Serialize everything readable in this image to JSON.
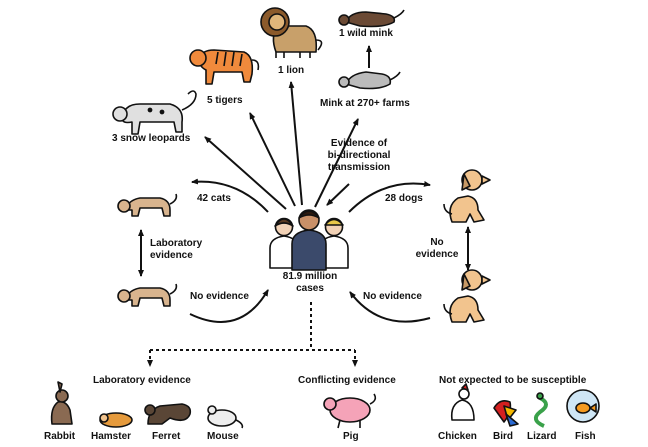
{
  "center": {
    "cases_line1": "81.9 million",
    "cases_line2": "cases"
  },
  "animals": {
    "lion": "1 lion",
    "tigers": "5 tigers",
    "snow_leopards": "3 snow leopards",
    "wild_mink": "1 wild mink",
    "farm_mink": "Mink at 270+ farms",
    "cats": "42 cats",
    "dogs": "28 dogs"
  },
  "evidence": {
    "bidirectional": [
      "Evidence of",
      "bi-directional",
      "transmission"
    ],
    "lab_left": [
      "Laboratory",
      "evidence"
    ],
    "no_left": "No evidence",
    "no_right_vertical": [
      "No",
      "evidence"
    ],
    "no_right_bottom": "No evidence"
  },
  "categories": {
    "laboratory": "Laboratory evidence",
    "conflicting": "Conflicting evidence",
    "not_susceptible": "Not expected to be susceptible"
  },
  "bottom_animals": {
    "rabbit": "Rabbit",
    "hamster": "Hamster",
    "ferret": "Ferret",
    "mouse": "Mouse",
    "pig": "Pig",
    "chicken": "Chicken",
    "bird": "Bird",
    "lizard": "Lizard",
    "fish": "Fish"
  },
  "colors": {
    "lion": "#c8a06a",
    "tiger": "#f08a3c",
    "leopard": "#e0e0e0",
    "mink": "#6b4a35",
    "cat": "#d8b48e",
    "dog": "#f2c48e",
    "rabbit": "#8a6a52",
    "hamster": "#e59a3c",
    "ferret": "#5a4636",
    "pig": "#f5a3b8",
    "parrot": "#d42020",
    "lizard": "#3aa14a",
    "fish": "#f59a20",
    "bowl": "#cfe6f5"
  }
}
